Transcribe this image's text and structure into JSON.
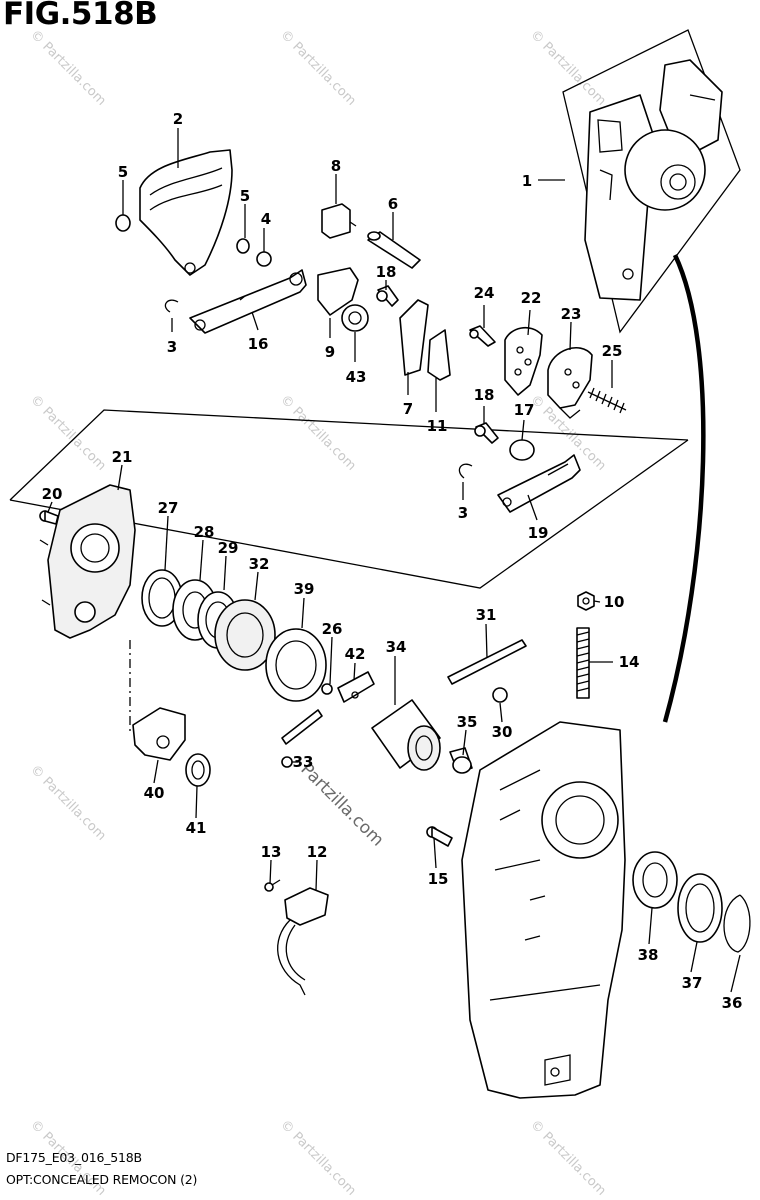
{
  "header": {
    "title": "FIG.518B"
  },
  "footer": {
    "line1": "DF175_E03_016_518B",
    "line2": "OPT:CONCEALED REMOCON (2)"
  },
  "watermark": {
    "text": "© Partzilla.com",
    "center_text": "Partzilla.com"
  },
  "callouts": {
    "c1": "1",
    "c2": "2",
    "c3a": "3",
    "c3b": "3",
    "c4": "4",
    "c5a": "5",
    "c5b": "5",
    "c6": "6",
    "c7": "7",
    "c8": "8",
    "c9": "9",
    "c10": "10",
    "c11": "11",
    "c12": "12",
    "c13": "13",
    "c14": "14",
    "c15": "15",
    "c16": "16",
    "c17": "17",
    "c18a": "18",
    "c18b": "18",
    "c19": "19",
    "c20": "20",
    "c21": "21",
    "c22": "22",
    "c23": "23",
    "c24": "24",
    "c25": "25",
    "c26": "26",
    "c27": "27",
    "c28": "28",
    "c29": "29",
    "c30": "30",
    "c31": "31",
    "c32": "32",
    "c33": "33",
    "c34": "34",
    "c35": "35",
    "c36": "36",
    "c37": "37",
    "c38": "38",
    "c39": "39",
    "c40": "40",
    "c41": "41",
    "c42": "42",
    "c43": "43"
  }
}
